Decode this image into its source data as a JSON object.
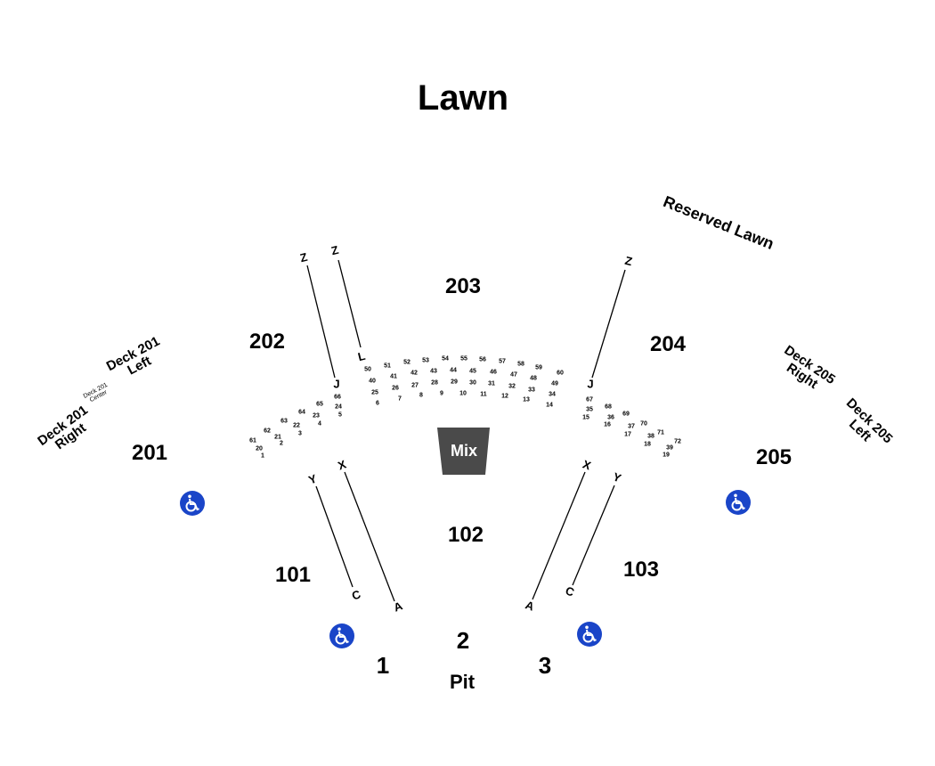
{
  "title": "Lawn",
  "reserved_lawn": "Reserved Lawn",
  "sections": {
    "s201": "201",
    "s202": "202",
    "s203": "203",
    "s204": "204",
    "s205": "205",
    "s101": "101",
    "s102": "102",
    "s103": "103"
  },
  "pit": {
    "p1": "1",
    "p2": "2",
    "p3": "3",
    "label": "Pit"
  },
  "mix": "Mix",
  "decks": {
    "d201_right": [
      "Deck 201",
      "Right"
    ],
    "d201_center": [
      "Deck 201",
      "Center"
    ],
    "d201_left": [
      "Deck 201",
      "Left"
    ],
    "d205_right": [
      "Deck 205",
      "Right"
    ],
    "d205_left": [
      "Deck 205",
      "Left"
    ]
  },
  "rows": {
    "z1": "Z",
    "z2": "Z",
    "z3": "Z",
    "l": "L",
    "j1": "J",
    "j2": "J",
    "x1": "X",
    "x2": "X",
    "y1": "Y",
    "y2": "Y",
    "a1": "A",
    "a2": "A",
    "c1": "C",
    "c2": "C"
  },
  "seat_boxes": {
    "left": [
      "61",
      "62",
      "63",
      "64",
      "65",
      "66",
      "20",
      "21",
      "22",
      "23",
      "24",
      "1",
      "2",
      "3",
      "4",
      "5"
    ],
    "center": [
      "50",
      "51",
      "52",
      "53",
      "54",
      "55",
      "56",
      "57",
      "58",
      "59",
      "60",
      "40",
      "41",
      "42",
      "43",
      "44",
      "45",
      "46",
      "47",
      "48",
      "49",
      "25",
      "26",
      "27",
      "28",
      "29",
      "30",
      "31",
      "32",
      "33",
      "34",
      "6",
      "7",
      "8",
      "9",
      "10",
      "11",
      "12",
      "13",
      "14"
    ],
    "right": [
      "67",
      "68",
      "69",
      "70",
      "71",
      "72",
      "35",
      "36",
      "37",
      "38",
      "39",
      "15",
      "16",
      "17",
      "18",
      "19"
    ]
  },
  "icons": {
    "wheelchair": "wheelchair-icon",
    "color": "#1a45c8"
  },
  "colors": {
    "mix_booth": "#4a4a4a"
  }
}
